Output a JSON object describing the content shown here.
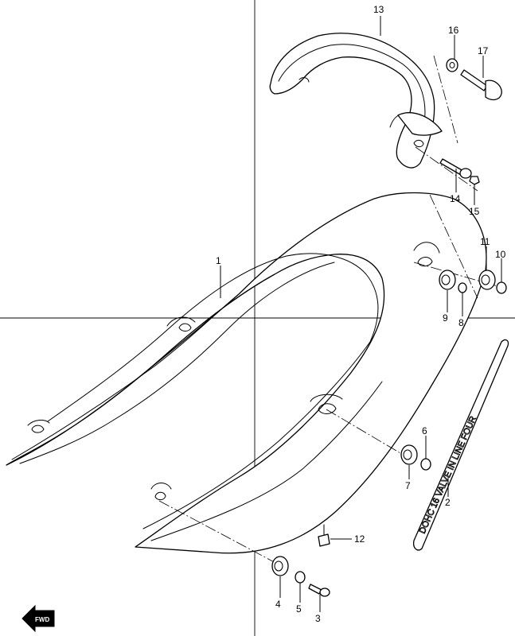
{
  "callouts": {
    "c1": "1",
    "c2": "2",
    "c3": "3",
    "c4": "4",
    "c5": "5",
    "c6": "6",
    "c7": "7",
    "c8": "8",
    "c9": "9",
    "c10": "10",
    "c11": "11",
    "c12": "12",
    "c13": "13",
    "c14": "14",
    "c15": "15",
    "c16": "16",
    "c17": "17"
  },
  "decal_text": "DOHC 16 VALVE IN LINE FOUR",
  "fwd_label": "FWD"
}
